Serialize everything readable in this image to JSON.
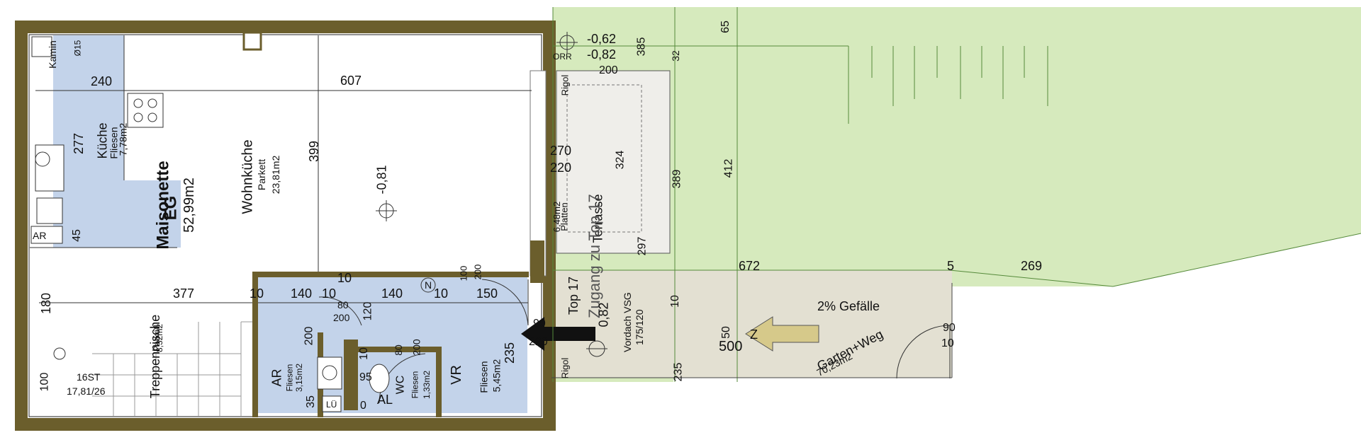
{
  "apartment": {
    "title": "Maisonette",
    "level": "EG",
    "area": "52,99m2"
  },
  "rooms": {
    "kamin": "Kamin",
    "kamin_dim": "Ø15",
    "kueche": {
      "name": "Küche",
      "floor": "Fliesen",
      "area": "7,78m2"
    },
    "wohnkueche": {
      "name": "Wohnküche",
      "floor": "Parkett",
      "area": "23,81m2"
    },
    "treppe": {
      "name": "Treppennische",
      "floor": "Parkett",
      "area": "8,32m2"
    },
    "ar_room": {
      "name": "AR",
      "floor": "Fliesen",
      "area": "3,15m2"
    },
    "wc": {
      "name": "WC",
      "floor": "Fliesen",
      "area": "1,33m2"
    },
    "vr": {
      "name": "VR",
      "floor": "Fliesen",
      "area": "5,45m2"
    },
    "terrasse": {
      "name": "Terrasse",
      "floor": "Platten",
      "area": "6,48m2"
    },
    "garten": {
      "name": "Garten+Weg",
      "area": "70,23m2"
    }
  },
  "labels": {
    "ar_small": "AR",
    "al": "AL",
    "lue": "LÜ",
    "orr": "ORR",
    "rigol_top": "Rigol",
    "rigol_bottom": "Rigol",
    "stairs": "16ST",
    "stairs_ratio": "17,81/26",
    "level_minus081": "-0,81",
    "level_062": "-0,62",
    "level_082": "-0,82",
    "gefaelle": "2% Gefälle",
    "z": "Z",
    "zugang": "Zugang zu Top 17",
    "top17": "Top 17",
    "vordach": "Vordach VSG",
    "vordach_dim": "175/120",
    "n": "N"
  },
  "dimensions": {
    "d240": "240",
    "d607": "607",
    "d277": "277",
    "d399": "399",
    "d45": "45",
    "d180": "180",
    "d377": "377",
    "d10a": "10",
    "d140a": "140",
    "d10b": "10",
    "d140b": "140",
    "d10c": "10",
    "d150": "150",
    "d10d": "10",
    "d80": "80",
    "d120": "120",
    "d200a": "200",
    "d200b": "200",
    "d100": "100",
    "d100b": "100",
    "d200c": "200",
    "d95": "95",
    "d80b": "80",
    "d200d": "200",
    "d10e": "10",
    "d235": "235",
    "d90": "90",
    "d220": "220",
    "d35": "35",
    "d0": "0",
    "d385": "385",
    "d200e": "200",
    "d32": "32",
    "d65": "65",
    "d270": "270",
    "d220b": "220",
    "d324": "324",
    "d389": "389",
    "d412": "412",
    "d297": "297",
    "d672": "672",
    "d5": "5",
    "d269": "269",
    "d10f": "10",
    "d50": "50",
    "d500": "500",
    "d235b": "235",
    "d082": "0,82",
    "d90b": "90",
    "d10g": "10"
  },
  "colors": {
    "wall": "#6b5e2c",
    "tile": "#c3d3ea",
    "garden": "#d6eabd",
    "path": "#e3e0d2",
    "terrace": "#efeeea"
  }
}
